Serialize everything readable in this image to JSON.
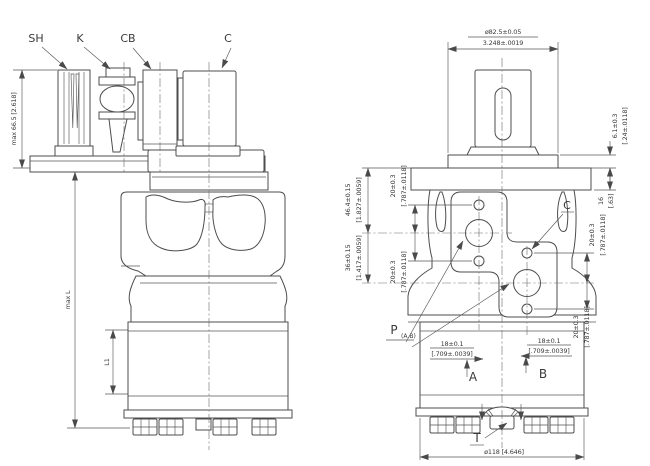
{
  "left_view": {
    "shaft_labels": {
      "sh": "SH",
      "k": "K",
      "cb": "CB",
      "c": "C"
    },
    "dims": {
      "max_height": "max 66.5 [2.618]",
      "max_l": "max L",
      "l1": "L1"
    }
  },
  "right_view": {
    "labels": {
      "c_hole": "C",
      "p": "P",
      "p_sub": "(A,B)",
      "port_a": "A",
      "port_b": "B",
      "drain_t": "T"
    },
    "dims": {
      "pilot_mm": "ø82.5±0.05",
      "pilot_in": "3.248±.0019",
      "d61_mm": "6.1±0.3",
      "d61_in": "[.24±.0118]",
      "d16_mm": "16",
      "d16_in": "[.63]",
      "d464_mm": "46.4±0.15",
      "d464_in": "[1.827±.0059]",
      "d36_mm": "36±0.15",
      "d36_in": "[1.417±.0059]",
      "d20_mm": "20±0.3",
      "d20_in": "[.787±.0118]",
      "d18_mm": "18±0.1",
      "d18_in": "[.709±.0039]",
      "d118": "ø118 [4.646]"
    }
  }
}
